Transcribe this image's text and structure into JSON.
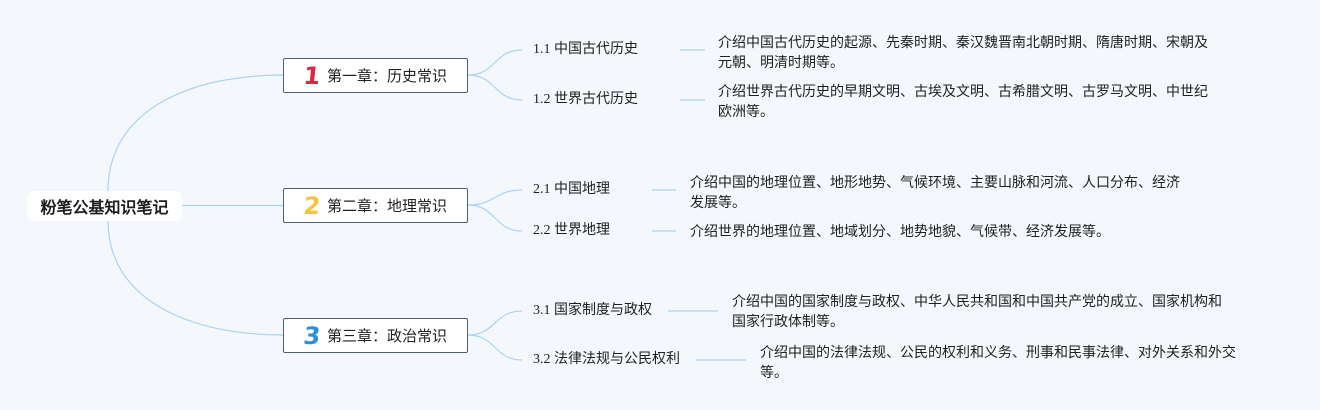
{
  "colors": {
    "background": "#f4f7fc",
    "connector": "#a6d5ef",
    "node_border": "#515f6b"
  },
  "root": {
    "title": "粉笔公基知识笔记"
  },
  "chapters": [
    {
      "marker": "1",
      "marker_icon": "priority-1-icon",
      "marker_color": "#e3263f",
      "title": "第一章：历史常识",
      "topics": [
        {
          "title": "1.1 中国古代历史",
          "description": [
            "介绍中国古代历史的起源、先秦时期、秦汉魏晋南北朝时期、隋唐时期、宋朝及",
            "元朝、明清时期等。"
          ]
        },
        {
          "title": "1.2 世界古代历史",
          "description": [
            "介绍世界古代历史的早期文明、古埃及文明、古希腊文明、古罗马文明、中世纪",
            "欧洲等。"
          ]
        }
      ]
    },
    {
      "marker": "2",
      "marker_icon": "priority-2-icon",
      "marker_color": "#f6c540",
      "title": "第二章：地理常识",
      "topics": [
        {
          "title": "2.1 中国地理",
          "description": [
            "介绍中国的地理位置、地形地势、气候环境、主要山脉和河流、人口分布、经济",
            "发展等。"
          ]
        },
        {
          "title": "2.2 世界地理",
          "description": [
            "介绍世界的地理位置、地域划分、地势地貌、气候带、经济发展等。"
          ]
        }
      ]
    },
    {
      "marker": "3",
      "marker_icon": "priority-3-icon",
      "marker_color": "#2a8fd8",
      "title": "第三章：政治常识",
      "topics": [
        {
          "title": "3.1 国家制度与政权",
          "description": [
            "介绍中国的国家制度与政权、中华人民共和国和中国共产党的成立、国家机构和",
            "国家行政体制等。"
          ]
        },
        {
          "title": "3.2 法律法规与公民权利",
          "description": [
            "介绍中国的法律法规、公民的权利和义务、刑事和民事法律、对外关系和外交",
            "等。"
          ]
        }
      ]
    }
  ]
}
